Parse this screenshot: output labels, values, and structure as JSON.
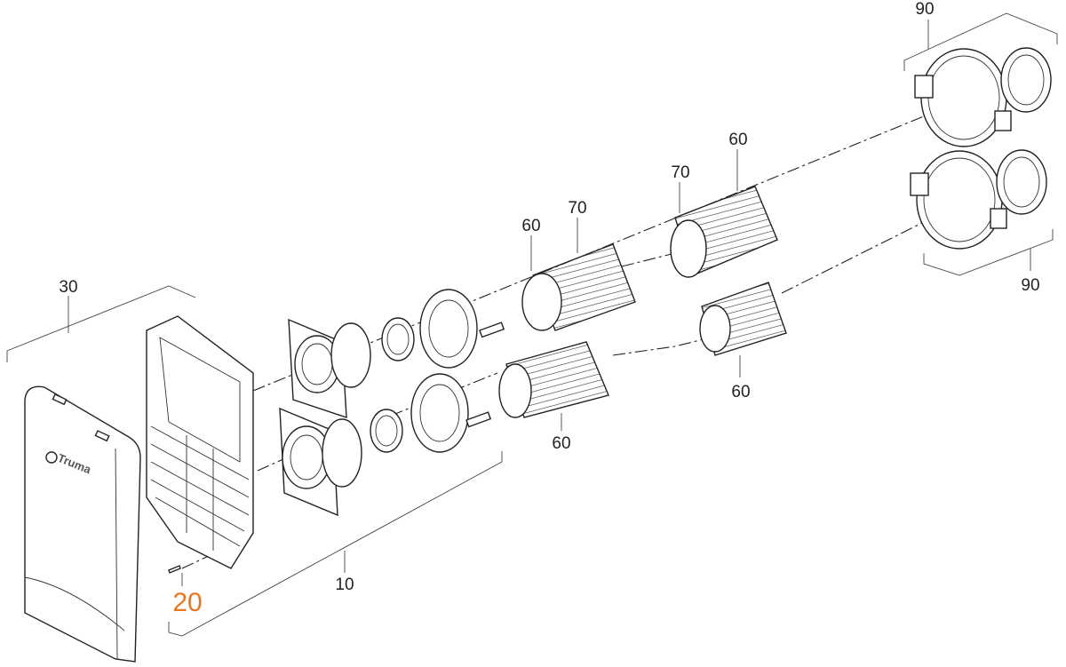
{
  "diagram": {
    "brand_logo": "Truma",
    "labels": {
      "clamp_set_top": "90",
      "clamp_set_bottom": "90",
      "hose_upper_right": "60",
      "insulation_upper_right": "70",
      "hose_upper_left": "60",
      "insulation_upper_left": "70",
      "hose_lower_right": "60",
      "hose_lower_left": "60",
      "cover": "30",
      "wall_kit": "10",
      "screw": "20"
    },
    "colors": {
      "line": "#222222",
      "highlight_label": "#e87722"
    }
  }
}
